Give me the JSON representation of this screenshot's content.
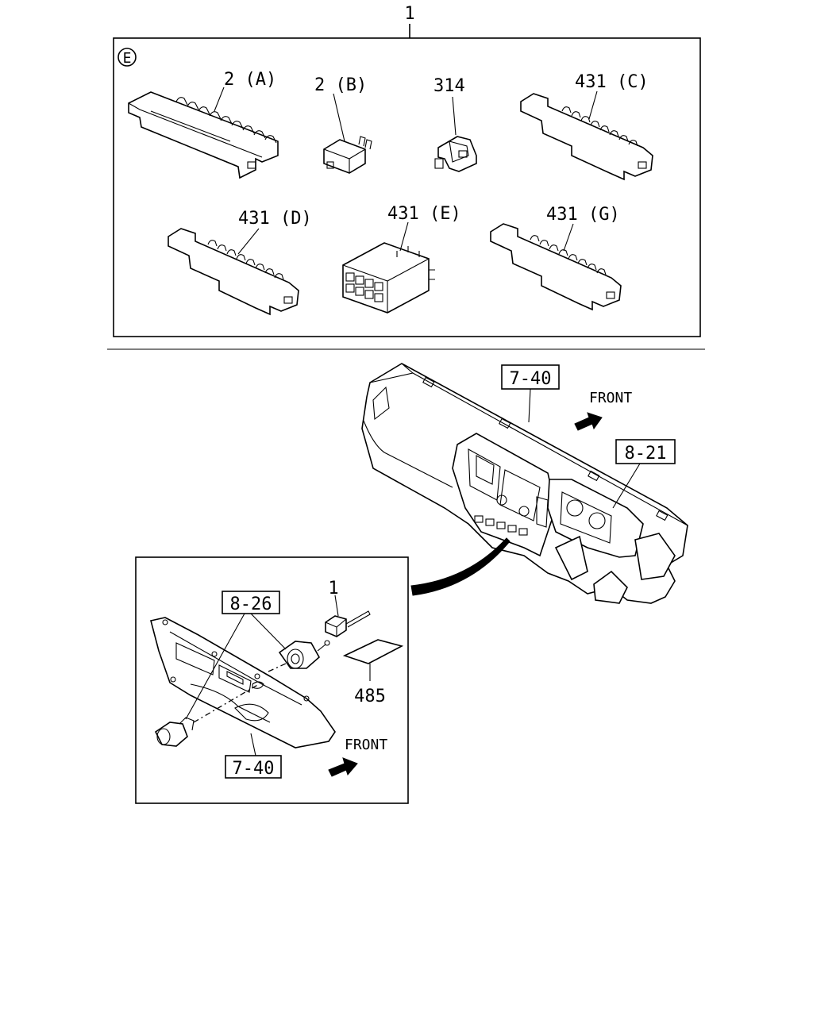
{
  "callouts": {
    "top_index": "1",
    "group_marker": "E",
    "part_2a": "2 (A)",
    "part_2b": "2 (B)",
    "part_314": "314",
    "part_431c": "431 (C)",
    "part_431d": "431 (D)",
    "part_431e": "431 (E)",
    "part_431g": "431 (G)",
    "ref_dash": "7-40",
    "ref_meter": "8-21",
    "front_top": "FRONT",
    "inset_index": "1",
    "ref_socket": "8-26",
    "part_485": "485",
    "ref_panel": "7-40",
    "front_inset": "FRONT"
  }
}
